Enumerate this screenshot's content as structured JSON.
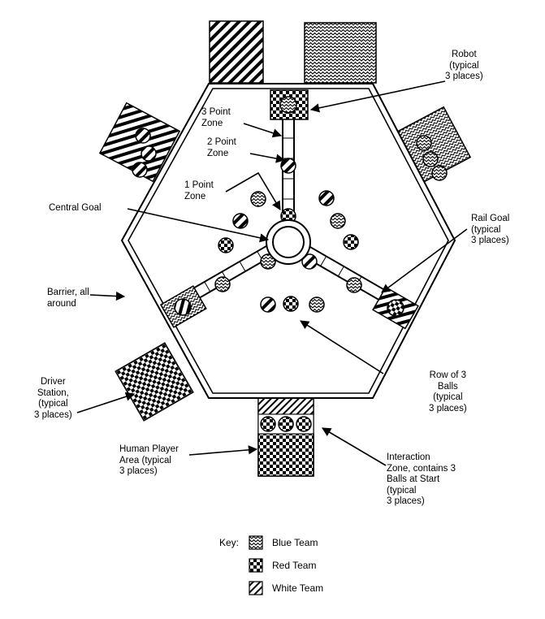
{
  "labels": {
    "robot": "Robot\n(typical\n3 places)",
    "three_point": "3 Point\nZone",
    "two_point": "2  Point\nZone",
    "one_point": "1 Point\nZone",
    "central_goal": "Central Goal",
    "rail_goal": "Rail Goal\n(typical\n3 places)",
    "barrier": "Barrier, all\naround",
    "row_of_balls": "Row of 3\nBalls\n(typical\n3 places)",
    "driver_station": "Driver\nStation,\n(typical\n3 places)",
    "human_player": "Human Player\nArea (typical\n3 places)",
    "interaction_zone": "Interaction\nZone, contains 3\nBalls  at Start\n(typical\n3 places)"
  },
  "key": {
    "title": "Key:",
    "items": [
      {
        "label": "Blue Team",
        "pattern": "blue-pattern"
      },
      {
        "label": "Red Team",
        "pattern": "red-pattern"
      },
      {
        "label": "White Team",
        "pattern": "white-pattern"
      }
    ]
  }
}
